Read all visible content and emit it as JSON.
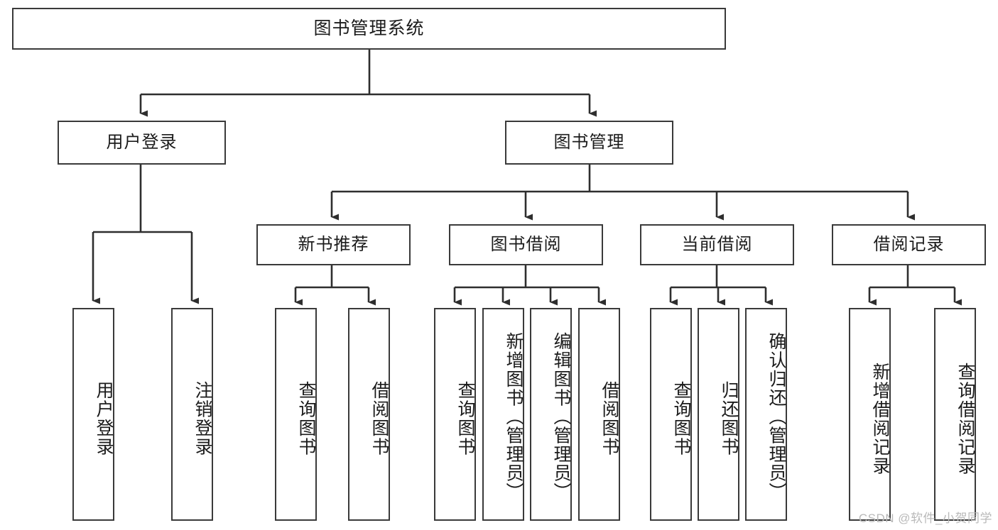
{
  "diagram": {
    "title": "图书管理系统",
    "type": "tree-hierarchy",
    "watermark": "CSDN @软件_小贺同学",
    "nodes": {
      "root": {
        "label": "图书管理系统"
      },
      "level2": [
        {
          "id": "user-login",
          "label": "用户登录"
        },
        {
          "id": "book-manage",
          "label": "图书管理"
        }
      ],
      "level3": [
        {
          "id": "new-book-recommend",
          "label": "新书推荐"
        },
        {
          "id": "book-borrow",
          "label": "图书借阅"
        },
        {
          "id": "current-borrow",
          "label": "当前借阅"
        },
        {
          "id": "borrow-record",
          "label": "借阅记录"
        }
      ],
      "leaves": {
        "user_login": [
          {
            "id": "leaf-user-login",
            "label": "用户登录"
          },
          {
            "id": "leaf-logout-login",
            "label": "注销登录"
          }
        ],
        "new_book_recommend": [
          {
            "id": "leaf-query-book-1",
            "label": "查询图书"
          },
          {
            "id": "leaf-borrow-book-1",
            "label": "借阅图书"
          }
        ],
        "book_borrow": [
          {
            "id": "leaf-query-book-2",
            "label": "查询图书"
          },
          {
            "id": "leaf-add-book",
            "label": "新增图书（管理员）"
          },
          {
            "id": "leaf-edit-book",
            "label": "编辑图书（管理员）"
          },
          {
            "id": "leaf-borrow-book-2",
            "label": "借阅图书"
          }
        ],
        "current_borrow": [
          {
            "id": "leaf-query-book-3",
            "label": "查询图书"
          },
          {
            "id": "leaf-return-book",
            "label": "归还图书"
          },
          {
            "id": "leaf-confirm-return",
            "label": "确认归还（管理员）"
          }
        ],
        "borrow_record": [
          {
            "id": "leaf-add-record",
            "label": "新增借阅记录"
          },
          {
            "id": "leaf-query-record",
            "label": "查询借阅记录"
          }
        ]
      }
    },
    "colors": {
      "border": "#3a3a3a",
      "fill": "#ffffff",
      "text": "#1b1b1b",
      "edge": "#2e2e2e",
      "watermark": "#b9b9b9"
    }
  }
}
